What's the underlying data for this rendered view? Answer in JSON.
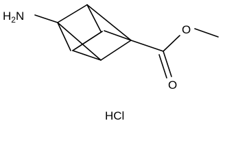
{
  "molecule": {
    "amine_label": "H2N",
    "amine_h": "H",
    "amine_sub": "2",
    "amine_n": "N",
    "carbonyl_o_label": "O",
    "ester_o_label": "O",
    "salt_label": "HCl"
  }
}
